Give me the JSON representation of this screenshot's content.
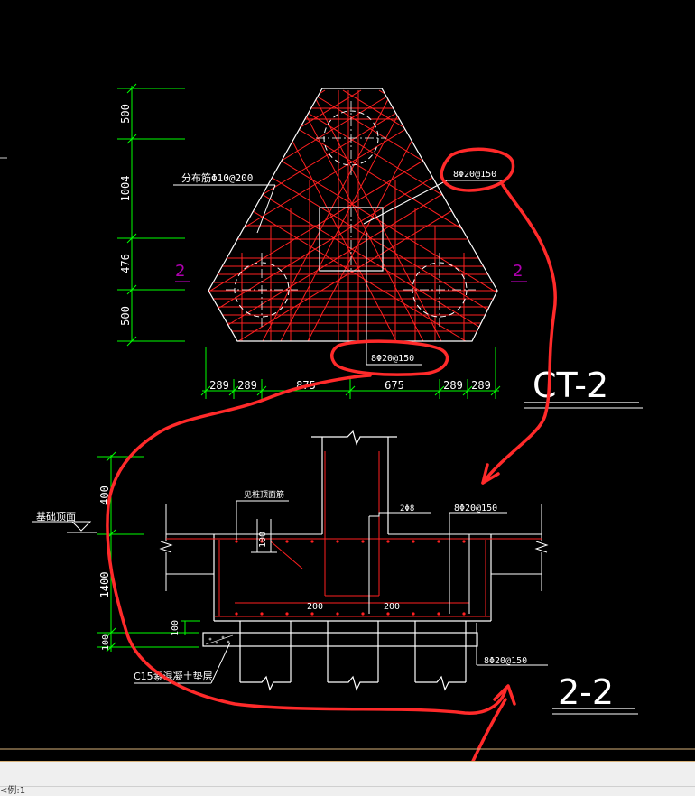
{
  "plan": {
    "dims_vertical": [
      "500",
      "1004",
      "476",
      "500"
    ],
    "dims_horizontal": [
      "289",
      "289",
      "875",
      "675",
      "289",
      "289"
    ],
    "section_marks": [
      "2",
      "2"
    ],
    "distribution_note": "分布筋Φ10@200",
    "rebar_note_right": "8Φ20@150",
    "rebar_note_bottom": "8Φ20@150",
    "title": "CT-2"
  },
  "section": {
    "foundation_label": "基础顶面",
    "beam_note": "见桩顶面筋",
    "rebar_small": "2Φ8",
    "rebar_top": "8Φ20@150",
    "rebar_bottom": "8Φ20@150",
    "dim_100_a": "100",
    "dim_200_left": "200",
    "dim_200_right": "200",
    "dims_left": [
      "400",
      "1400",
      "100"
    ],
    "dim_100_b": "100",
    "concrete_note": "C15素混凝土垫层",
    "title": "2-2"
  },
  "statusbar": {
    "command_text": "<例:1"
  },
  "colors": {
    "background": "#000000",
    "outline": "#ffffff",
    "rebar": "#ff2020",
    "dimension": "#00ff00",
    "markup": "#ff2a2a",
    "section_mark": "#b000b0"
  }
}
